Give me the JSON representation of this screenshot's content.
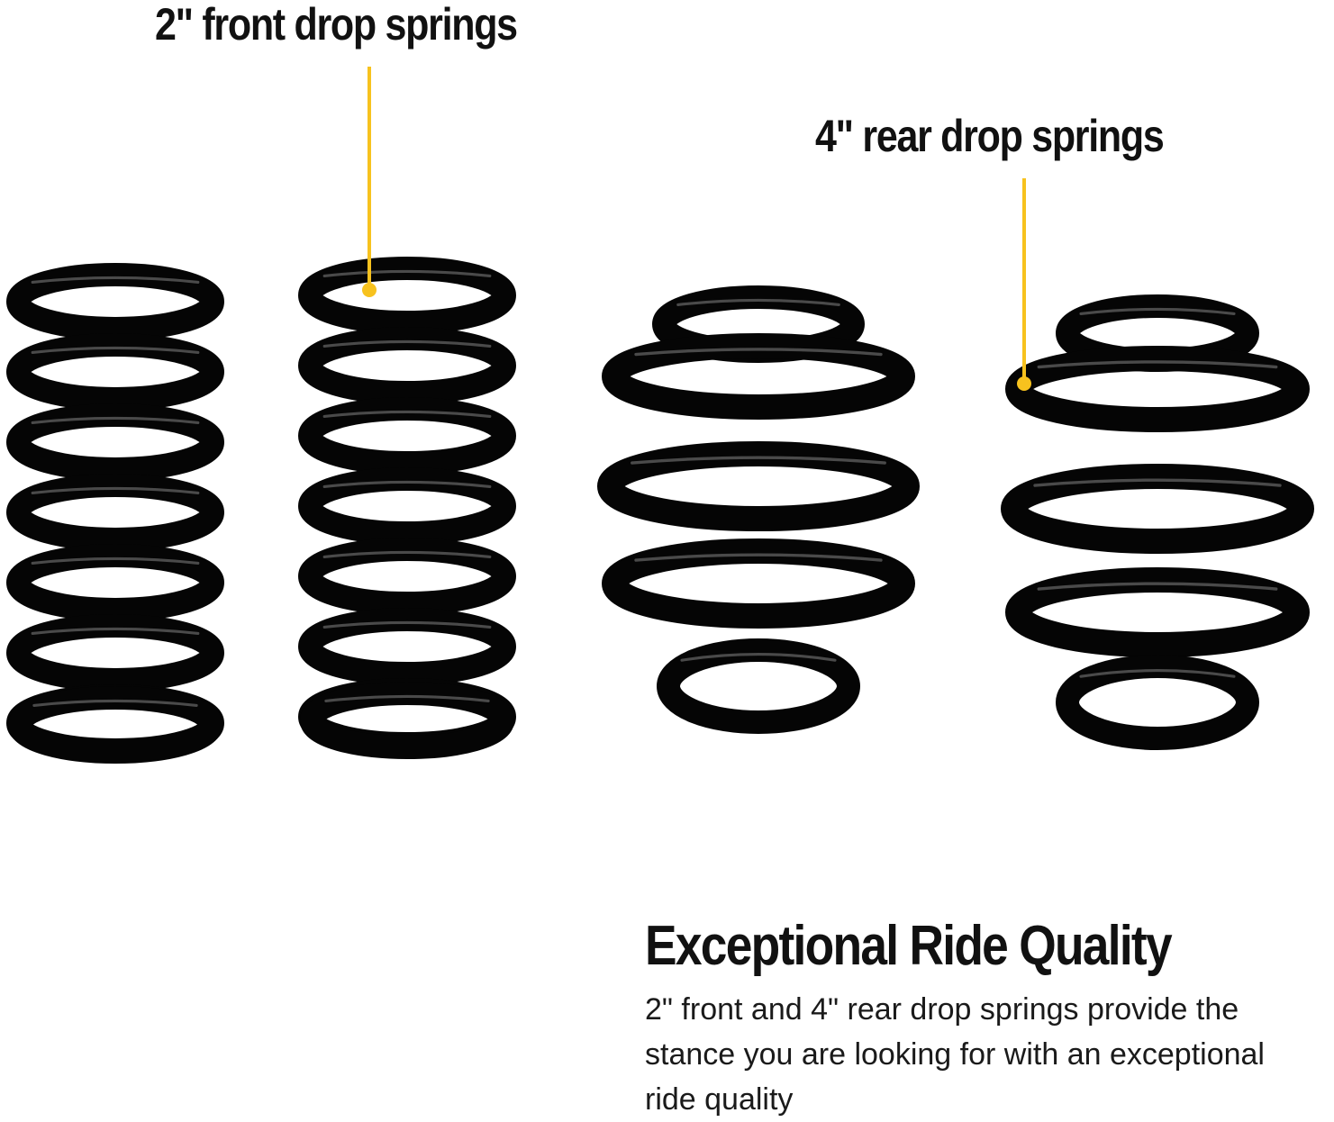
{
  "callouts": {
    "front": "2\" front drop springs",
    "rear": "4\" rear drop springs"
  },
  "feature": {
    "title": "Exceptional Ride Quality",
    "description": "2\" front and 4\" rear drop springs provide the stance you are looking for with an exceptional ride quality"
  },
  "colors": {
    "accent": "#f7c21e",
    "spring": "#0b0b0b",
    "text": "#111111",
    "background": "#ffffff"
  }
}
